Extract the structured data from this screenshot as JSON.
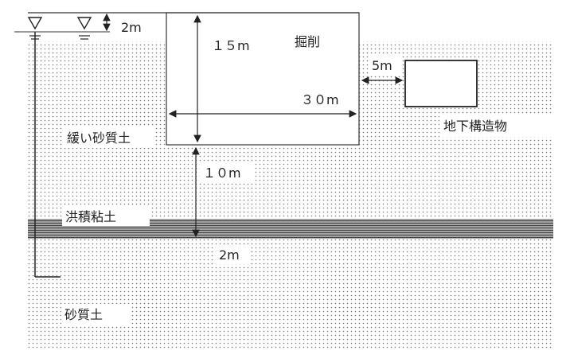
{
  "labels": {
    "water_drop": "2m",
    "excavation_depth": "１５m",
    "excavation_title": "掘削",
    "excavation_width": "３０m",
    "distance_to_structure": "5m",
    "structure_name": "地下構造物",
    "loose_sandy_soil": "緩い砂質土",
    "depth_below_bottom": "１０m",
    "diluvial_clay": "洪積粘土",
    "clay_thickness": "2m",
    "sandy_soil": "砂質土"
  },
  "icons": {
    "water_level_left": "water-level-triangle",
    "water_level_right": "water-level-triangle"
  }
}
